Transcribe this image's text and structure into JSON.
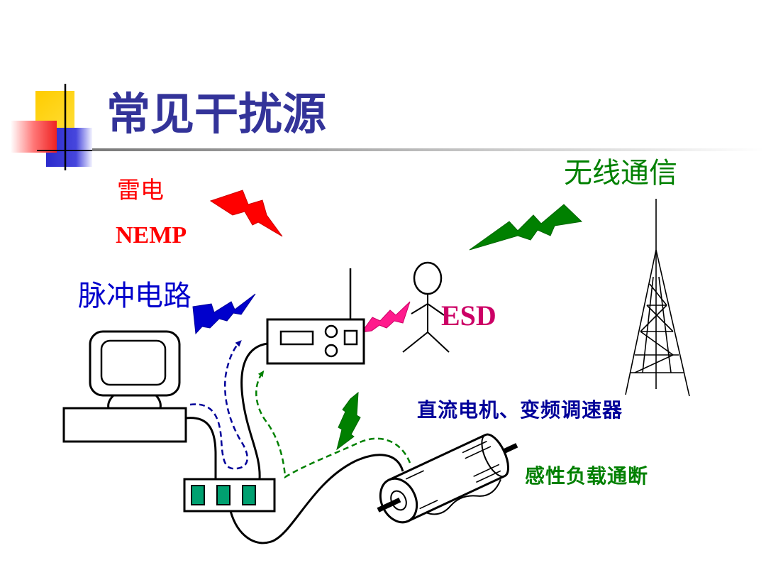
{
  "slide": {
    "title": "常见干扰源"
  },
  "sources": {
    "lightning": "雷电",
    "nemp": "NEMP",
    "pulse_circuit": "脉冲电路",
    "wireless": "无线通信",
    "esd": "ESD",
    "motor_drive": "直流电机、变频调速器",
    "inductive_load": "感性负载通断"
  },
  "colors": {
    "title": "#333399",
    "lightning_red": "#ff0000",
    "pulse_blue": "#0000cc",
    "wireless_green": "#008000",
    "esd_pink": "#cc0066",
    "motor_blue": "#000099",
    "port_green": "#00a070"
  },
  "icons": [
    "computer-icon",
    "hub-icon",
    "radio-icon",
    "person-icon",
    "tower-icon",
    "motor-icon",
    "lightning-bolt-icon"
  ]
}
